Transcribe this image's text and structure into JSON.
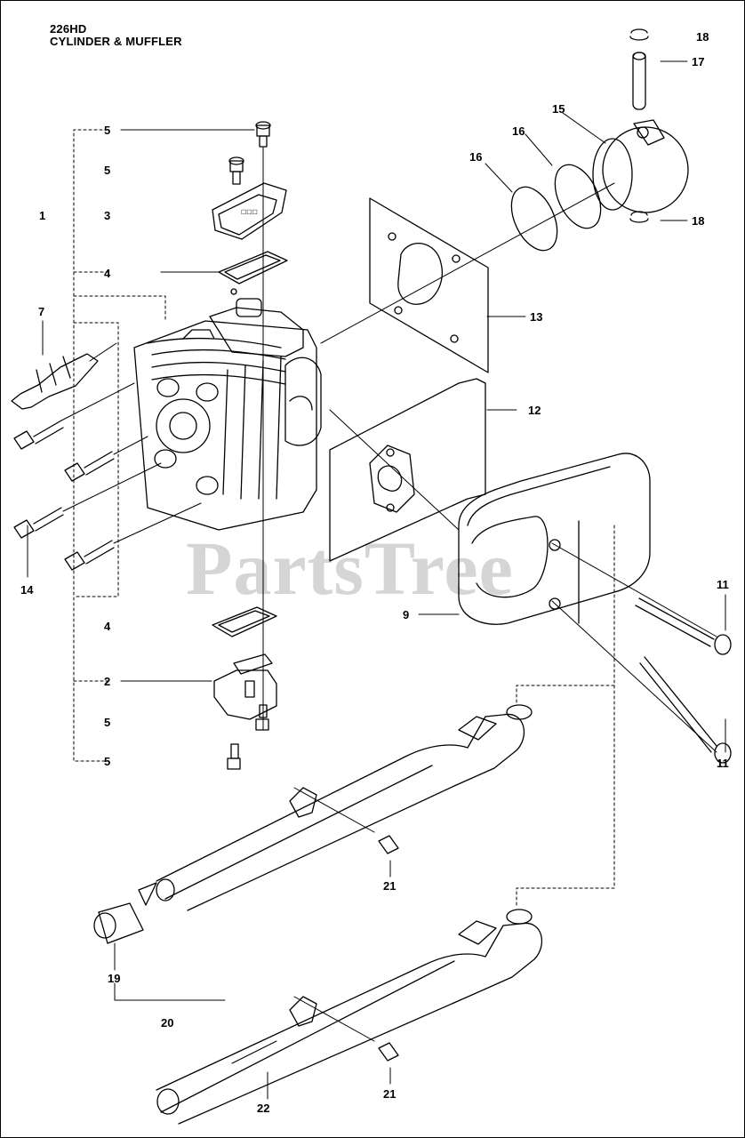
{
  "header": {
    "model": "226HD",
    "section_title": "CYLINDER & MUFFLER"
  },
  "watermark": "PartsTree",
  "callouts": {
    "c1": "1",
    "c2": "2",
    "c3": "3",
    "c4a": "4",
    "c4b": "4",
    "c5a": "5",
    "c5b": "5",
    "c5c": "5",
    "c5d": "5",
    "c7": "7",
    "c9": "9",
    "c11a": "11",
    "c11b": "11",
    "c12": "12",
    "c13": "13",
    "c14": "14",
    "c15": "15",
    "c16a": "16",
    "c16b": "16",
    "c17": "17",
    "c18a": "18",
    "c18b": "18",
    "c19": "19",
    "c20": "20",
    "c21a": "21",
    "c21b": "21",
    "c22": "22"
  }
}
